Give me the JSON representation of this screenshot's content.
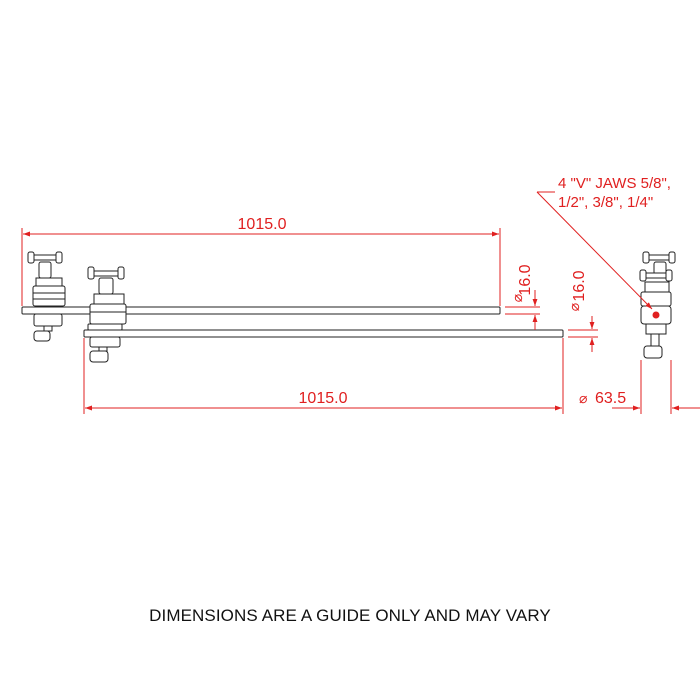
{
  "dimensions": {
    "rod_length_top": "1015.0",
    "rod_length_bottom": "1015.0",
    "rod_diameter_1": "16.0",
    "rod_diameter_2": "16.0",
    "clamp_diameter": "63.5"
  },
  "jaws_note": {
    "line1": "4 \"V\" JAWS 5/8\",",
    "line2": "1/2\", 3/8\", 1/4\""
  },
  "footer": {
    "disclaimer": "DIMENSIONS ARE A GUIDE ONLY AND MAY VARY"
  },
  "colors": {
    "dimension": "#e02020",
    "drawing": "#222222"
  },
  "symbols": {
    "diameter": "⌀"
  }
}
